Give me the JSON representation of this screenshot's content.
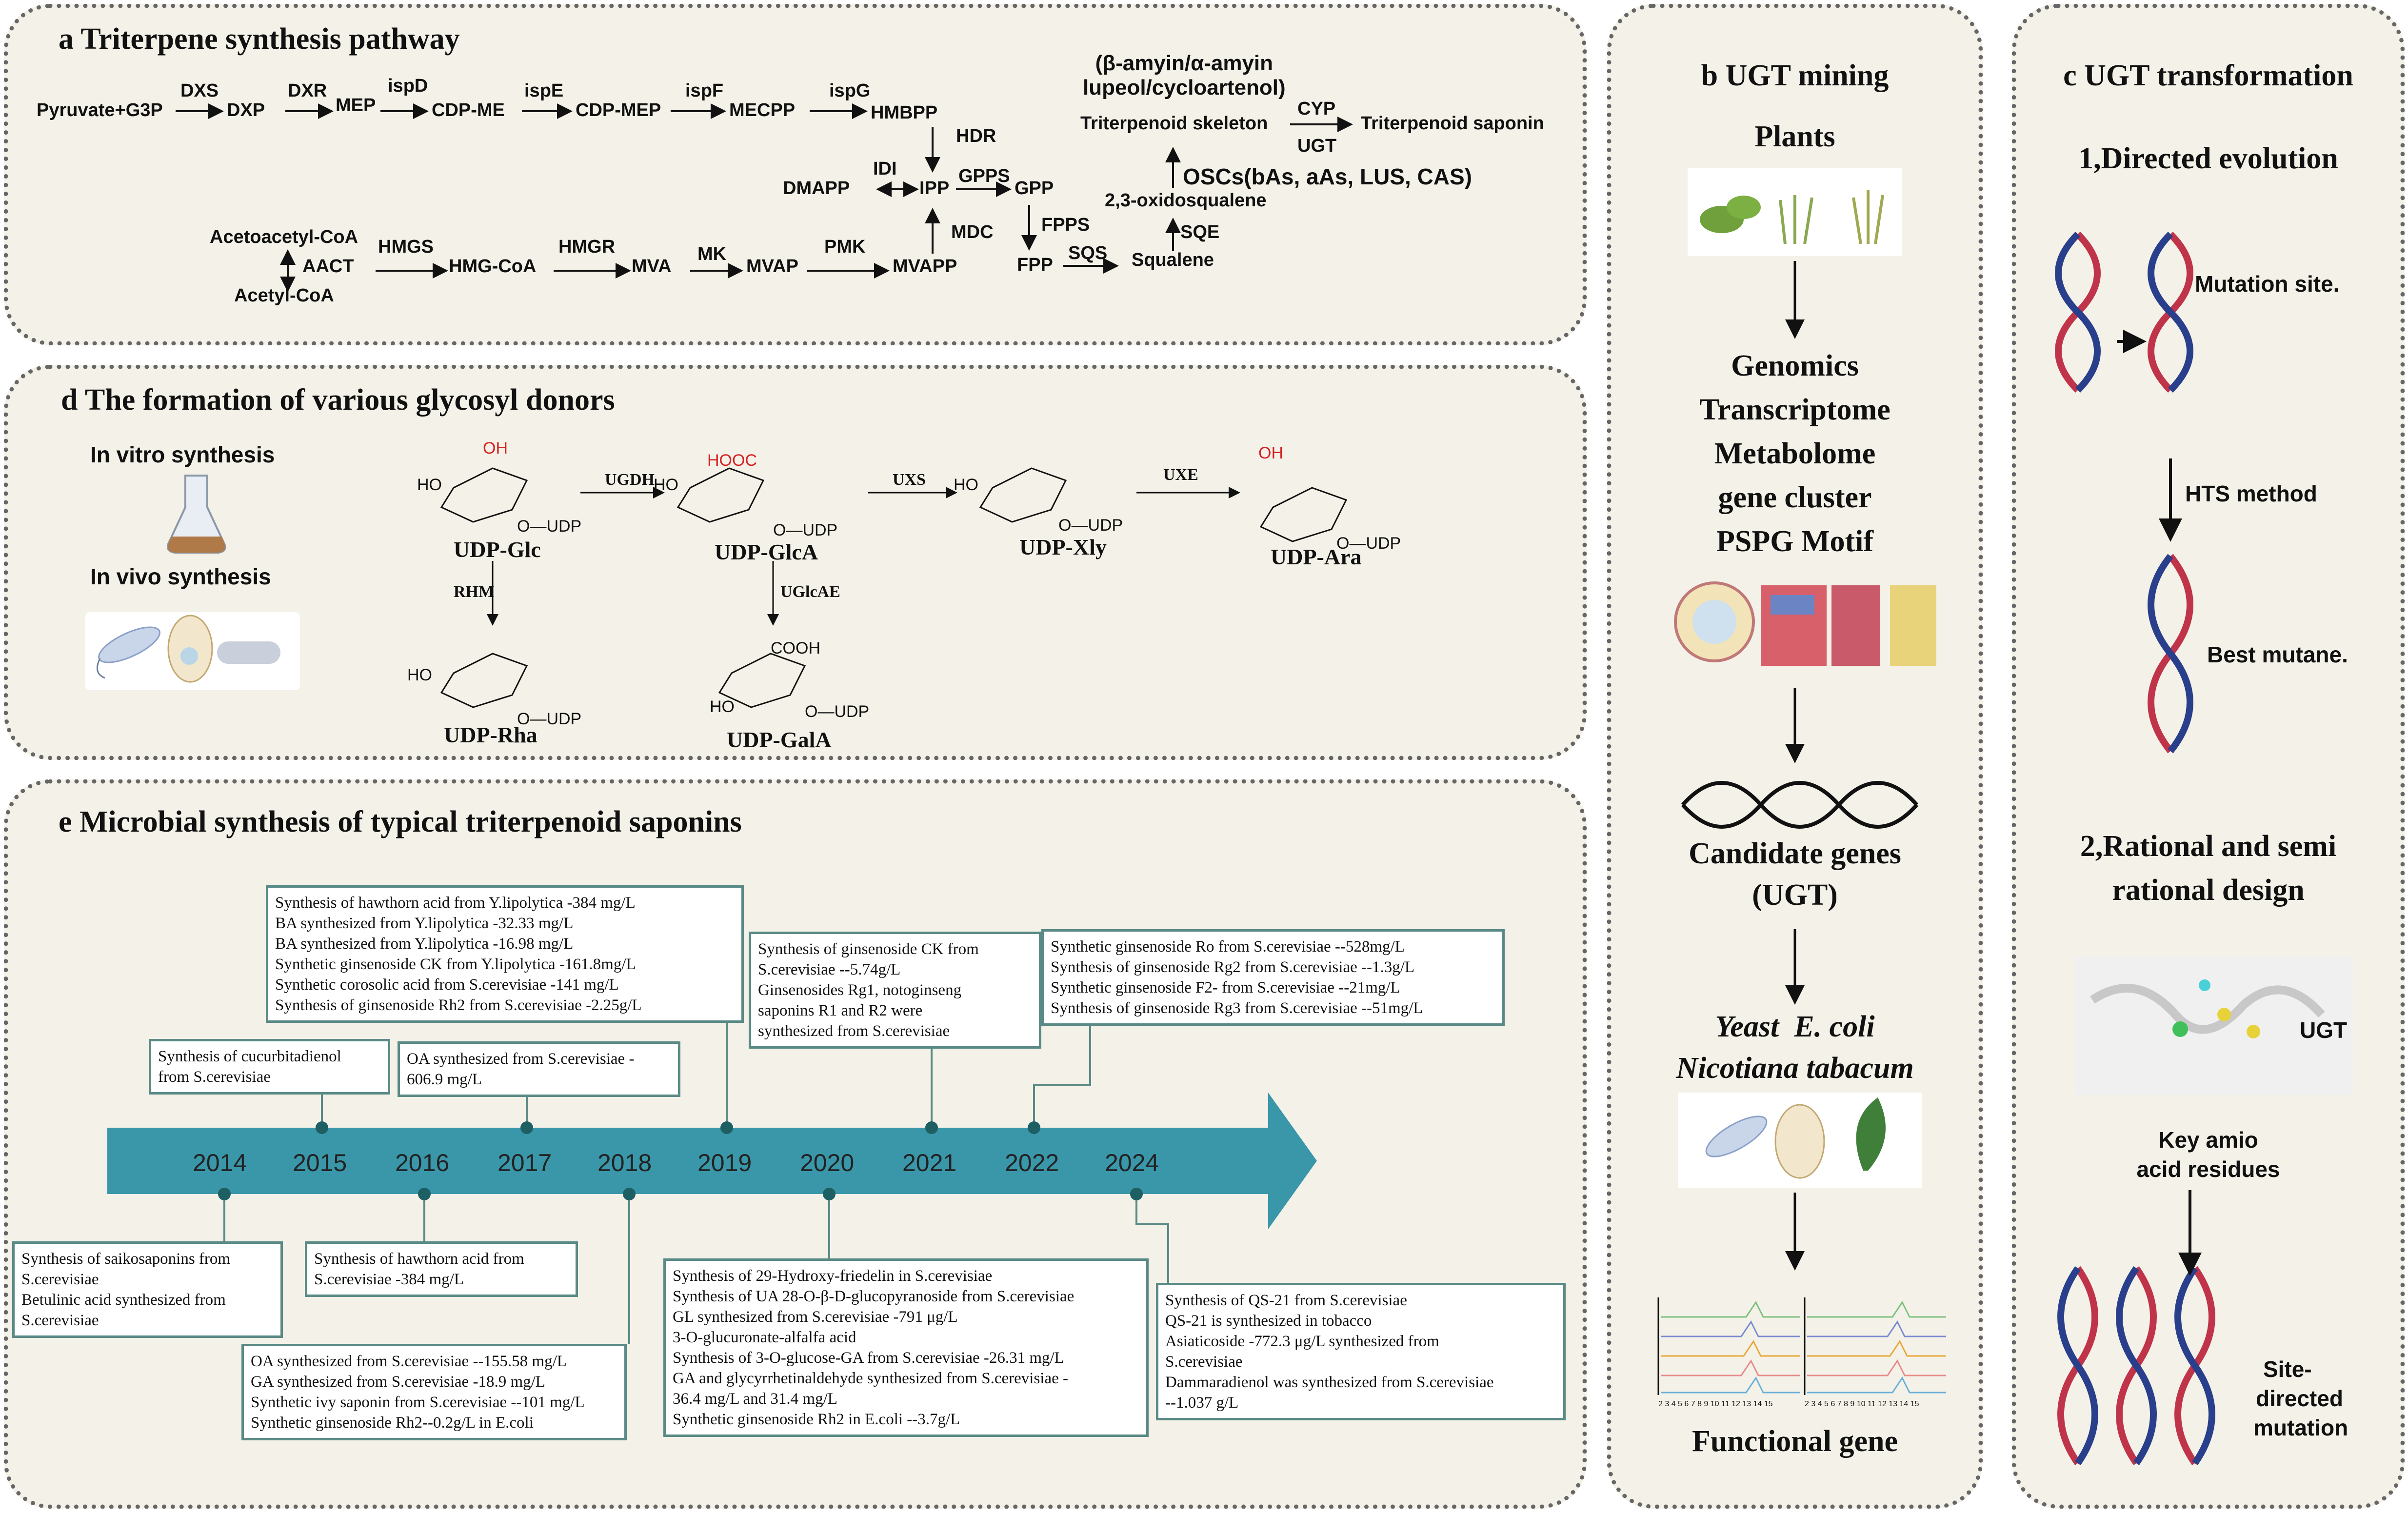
{
  "panel_a": {
    "title": "a Triterpene synthesis pathway",
    "nodes": {
      "pyruvate": "Pyruvate+G3P",
      "dxp": "DXP",
      "mep": "MEP",
      "cdpme": "CDP-ME",
      "cdpmep": "CDP-MEP",
      "mecpp": "MECPP",
      "hmbpp": "HMBPP",
      "ipp": "IPP",
      "dmapp": "DMAPP",
      "gpp": "GPP",
      "fpp": "FPP",
      "squalene": "Squalene",
      "oxido": "2,3-oxidosqualene",
      "skeleton": "Triterpenoid skeleton",
      "saponin": "Triterpenoid saponin",
      "acetoacetyl": "Acetoacetyl-CoA",
      "acetyl": "Acetyl-CoA",
      "hmgcoa": "HMG-CoA",
      "mva": "MVA",
      "mvap": "MVAP",
      "mvapp": "MVAPP",
      "skeleton_types": "(β-amyin/α-amyin\nlupeol/cycloartenol)"
    },
    "enzymes": {
      "dxs": "DXS",
      "dxr": "DXR",
      "ispd": "ispD",
      "ispe": "ispE",
      "ispf": "ispF",
      "ispg": "ispG",
      "hdr": "HDR",
      "idi": "IDI",
      "gpps": "GPPS",
      "fpps": "FPPS",
      "sqs": "SQS",
      "sqe": "SQE",
      "oscs": "OSCs(bAs, aAs, LUS, CAS)",
      "cyp": "CYP",
      "ugt": "UGT",
      "aact": "AACT",
      "hmgs": "HMGS",
      "hmgr": "HMGR",
      "mk": "MK",
      "pmk": "PMK",
      "mdc": "MDC"
    }
  },
  "panel_b": {
    "title": "b UGT mining",
    "plants": "Plants",
    "omics": [
      "Genomics",
      "Transcriptome",
      "Metabolome",
      "gene cluster",
      "PSPG Motif"
    ],
    "candidate": [
      "Candidate genes",
      "(UGT)"
    ],
    "hosts": [
      "Yeast  E. coli",
      "Nicotiana tabacum"
    ],
    "functional": "Functional gene",
    "axis_ticks_left": "2 3 4 5 6 7 8 9 10 11 12 13 14 15",
    "axis_ticks_right": "2 3 4 5 6 7 8 9 10 11 12 13 14 15"
  },
  "panel_c": {
    "title": "c UGT transformation",
    "directed": "1,Directed evolution",
    "mutation_site": "Mutation site.",
    "hts": "HTS method",
    "best": "Best mutane.",
    "rational": [
      "2,Rational and semi",
      "rational design"
    ],
    "ugt_label": "UGT",
    "key": [
      "Key amio",
      "acid residues"
    ],
    "site": [
      "Site-",
      "directed",
      "mutation"
    ]
  },
  "panel_d": {
    "title": "d The formation of various glycosyl donors",
    "in_vitro": "In vitro synthesis",
    "in_vivo": "In vivo synthesis",
    "molecules": {
      "glc": "UDP-Glc",
      "glca": "UDP-GlcA",
      "xly": "UDP-Xly",
      "ara": "UDP-Ara",
      "rha": "UDP-Rha",
      "gala": "UDP-GalA"
    },
    "enzymes": {
      "ugdh": "UGDH",
      "uxs": "UXS",
      "uxe": "UXE",
      "rhm": "RHM",
      "uglcae": "UGlcAE"
    },
    "groups": {
      "ho": "HO",
      "oh": "OH",
      "o_udp": "O—UDP",
      "hooc": "HOOC",
      "cooh": "COOH"
    }
  },
  "panel_e": {
    "title": "e Microbial synthesis of typical triterpenoid saponins",
    "arrow_color": "#3a97aa",
    "years": [
      "2014",
      "2015",
      "2016",
      "2017",
      "2018",
      "2019",
      "2020",
      "2021",
      "2022",
      "2024"
    ],
    "boxes": {
      "y2014": [
        "Synthesis of saikosaponins from",
        "S.cerevisiae",
        "Betulinic acid synthesized from",
        "S.cerevisiae"
      ],
      "y2015": [
        "Synthesis of cucurbitadienol",
        "from S.cerevisiae"
      ],
      "y2016": [
        "Synthesis of hawthorn acid from",
        "S.cerevisiae -384 mg/L"
      ],
      "y2017": [
        "OA synthesized from S.cerevisiae -",
        "606.9 mg/L"
      ],
      "y2018": [
        "OA synthesized from S.cerevisiae --155.58 mg/L",
        "GA synthesized from S.cerevisiae -18.9 mg/L",
        "Synthetic ivy saponin from S.cerevisiae --101 mg/L",
        "Synthetic ginsenoside Rh2--0.2g/L in E.coli"
      ],
      "y2019": [
        "Synthesis of hawthorn acid from Y.lipolytica -384 mg/L",
        "BA synthesized from Y.lipolytica -32.33 mg/L",
        "BA synthesized from Y.lipolytica -16.98 mg/L",
        "Synthetic ginsenoside CK from Y.lipolytica -161.8mg/L",
        "Synthetic corosolic acid from S.cerevisiae -141 mg/L",
        "Synthesis of ginsenoside Rh2 from S.cerevisiae -2.25g/L"
      ],
      "y2020": [
        "Synthesis of 29-Hydroxy-friedelin in S.cerevisiae",
        "Synthesis of UA 28-O-β-D-glucopyranoside from S.cerevisiae",
        "GL synthesized from S.cerevisiae -791 μg/L",
        "3-O-glucuronate-alfalfa acid",
        "Synthesis of 3-O-glucose-GA from S.cerevisiae -26.31 mg/L",
        "GA and glycyrrhetinaldehyde synthesized from S.cerevisiae -",
        "36.4 mg/L and 31.4 mg/L",
        "Synthetic ginsenoside Rh2 in E.coli --3.7g/L"
      ],
      "y2021": [
        "Synthesis of ginsenoside CK from",
        "S.cerevisiae --5.74g/L",
        "Ginsenosides Rg1, notoginseng",
        "saponins R1 and R2 were",
        "synthesized from S.cerevisiae"
      ],
      "y2022": [
        "Synthetic ginsenoside Ro from S.cerevisiae --528mg/L",
        "Synthesis of ginsenoside Rg2 from S.cerevisiae --1.3g/L",
        "Synthetic ginsenoside F2- from S.cerevisiae --21mg/L",
        "Synthesis of ginsenoside Rg3 from S.cerevisiae --51mg/L"
      ],
      "y2024": [
        "Synthesis of QS-21 from S.cerevisiae",
        "QS-21 is synthesized in tobacco",
        "Asiaticoside -772.3 μg/L synthesized from",
        "S.cerevisiae",
        "Dammaradienol was synthesized from S.cerevisiae",
        "--1.037 g/L"
      ]
    }
  }
}
